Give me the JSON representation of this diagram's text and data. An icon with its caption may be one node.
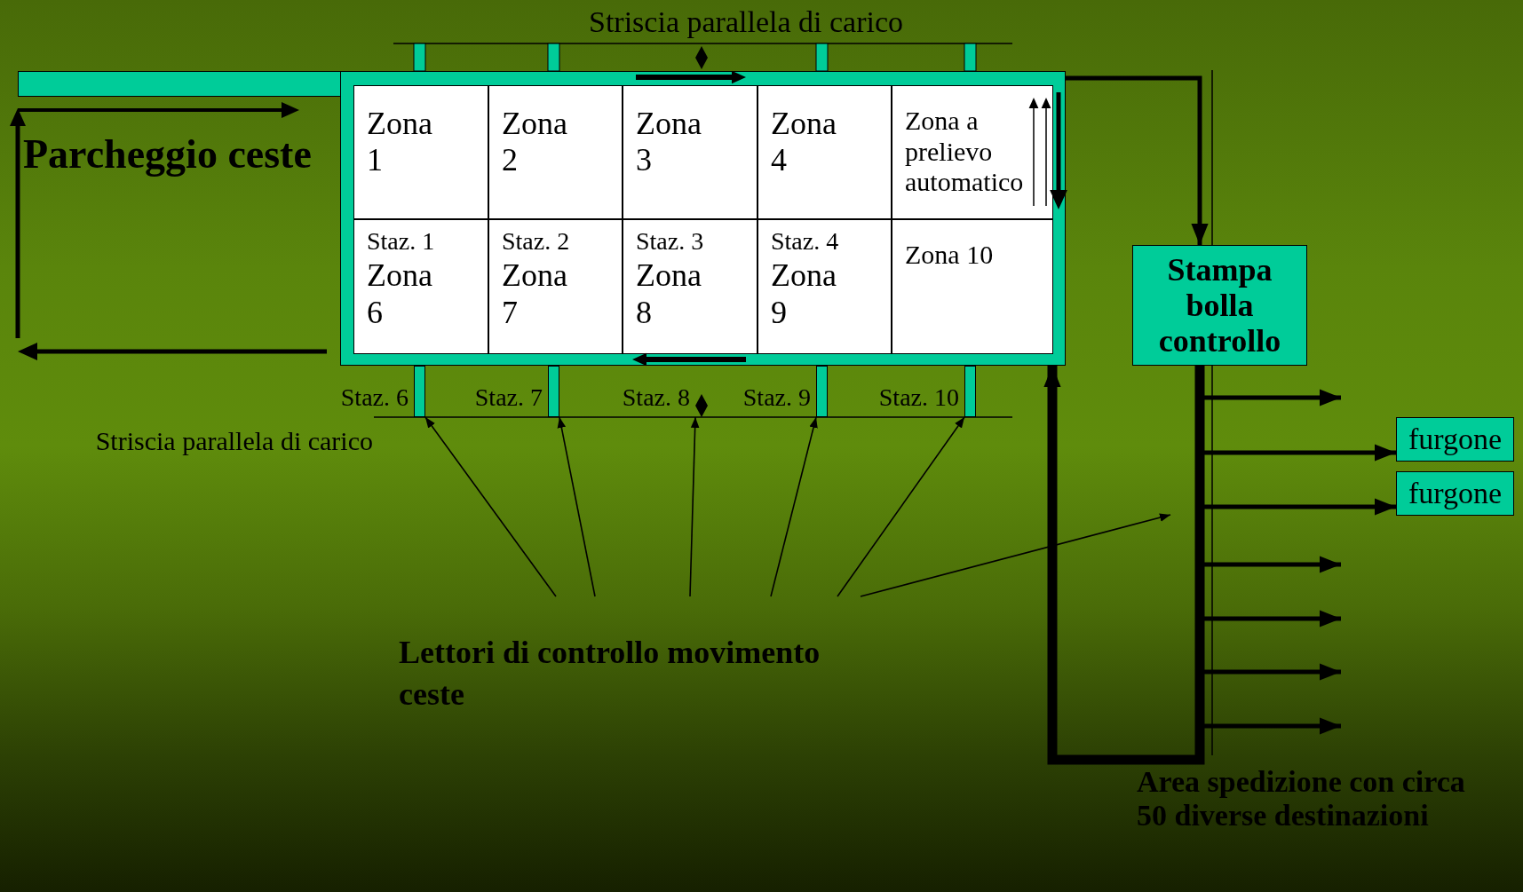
{
  "diagram": {
    "nodes": [
      {
        "text": [],
        "shape": "box"
      },
      {
        "text": [
          "Zona 1"
        ],
        "in": 0
      },
      {
        "text": [
          "Zona 2"
        ],
        "in": 0
      },
      {
        "text": [
          "Zona 3"
        ],
        "in": 0
      },
      {
        "text": [
          "Zona 4"
        ],
        "in": 0
      },
      {
        "text": [
          "Zona a prelievo automatico"
        ],
        "in": 0
      },
      {
        "text": [
          "Staz. 1",
          "Zona 6"
        ],
        "in": 0
      },
      {
        "text": [
          "Staz. 2",
          "Zona 7"
        ],
        "in": 0
      },
      {
        "text": [
          "Staz. 3",
          "Zona 8"
        ],
        "in": 0
      },
      {
        "text": [
          "Staz. 4",
          "Zona 9"
        ],
        "in": 0
      },
      {
        "text": [
          "Zona 10"
        ],
        "in": 0
      },
      {
        "text": [
          "Stampa bolla controllo"
        ]
      },
      {
        "text": [
          "furgone"
        ]
      },
      {
        "text": [
          "furgone"
        ]
      },
      {
        "text": [],
        "shape": "bar",
        "beside": [
          "Staz. 6"
        ]
      },
      {
        "text": [],
        "shape": "bar",
        "beside": [
          "Staz. 7"
        ]
      },
      {
        "text": [],
        "shape": "diamond",
        "beside": [
          "Staz. 8"
        ]
      },
      {
        "text": [],
        "shape": "bar",
        "beside": [
          "Staz. 9"
        ]
      },
      {
        "text": [],
        "shape": "bar",
        "beside": [
          "Staz. 10"
        ]
      },
      {
        "text": [
          "Lettori di controllo movimento ceste"
        ]
      },
      {
        "text": [],
        "shape": "bar"
      }
    ],
    "edges": [
      {
        "from": 0,
        "to": 11,
        "arrow": "to"
      },
      {
        "from": 11,
        "to": null,
        "arrow": "to"
      },
      {
        "from": 11,
        "to": 12,
        "arrow": "to"
      },
      {
        "from": 11,
        "to": 13,
        "arrow": "to"
      },
      {
        "from": 11,
        "to": null,
        "arrow": "to"
      },
      {
        "from": 11,
        "to": null,
        "arrow": "to"
      },
      {
        "from": 11,
        "to": null,
        "arrow": "to"
      },
      {
        "from": 11,
        "to": null,
        "arrow": "to"
      },
      {
        "from": 11,
        "to": 0,
        "arrow": "to",
        "style": "thick"
      },
      {
        "from": 19,
        "to": 14,
        "arrow": "to"
      },
      {
        "from": 19,
        "to": 15,
        "arrow": "to"
      },
      {
        "from": 19,
        "to": 16,
        "arrow": "to"
      },
      {
        "from": 19,
        "to": 17,
        "arrow": "to"
      },
      {
        "from": 19,
        "to": 18,
        "arrow": "to"
      },
      {
        "from": 19,
        "to": null,
        "arrow": "to"
      }
    ],
    "labels": [
      "Striscia parallela di carico",
      "Parcheggio ceste",
      "Striscia parallela di carico",
      "Area spedizione con circa 50 diverse destinazioni"
    ]
  }
}
